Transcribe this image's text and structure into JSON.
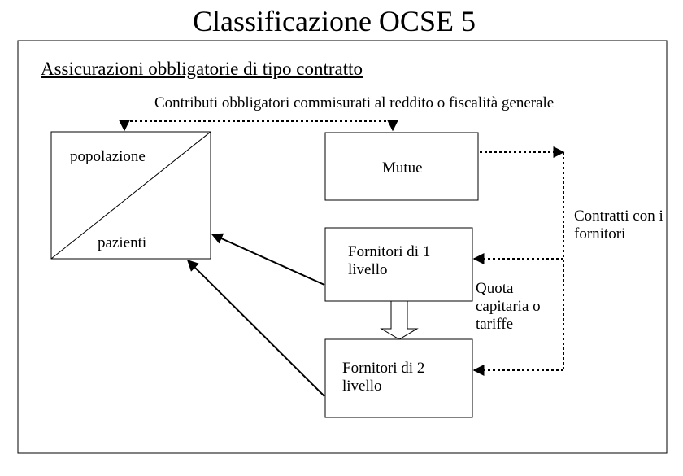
{
  "title": "Classificazione OCSE 5",
  "subtitle": "Assicurazioni obbligatorie di tipo contratto",
  "labels": {
    "contributi": "Contributi obbligatori commisurati al reddito o fiscalità generale",
    "popolazione": "popolazione",
    "pazienti": "pazienti",
    "mutue": "Mutue",
    "fornitori_1": "Fornitori di 1 livello",
    "fornitori_2": "Fornitori di 2 livello",
    "contratti": "Contratti con i fornitori",
    "quota": "Quota capitaria o tariffe"
  }
}
